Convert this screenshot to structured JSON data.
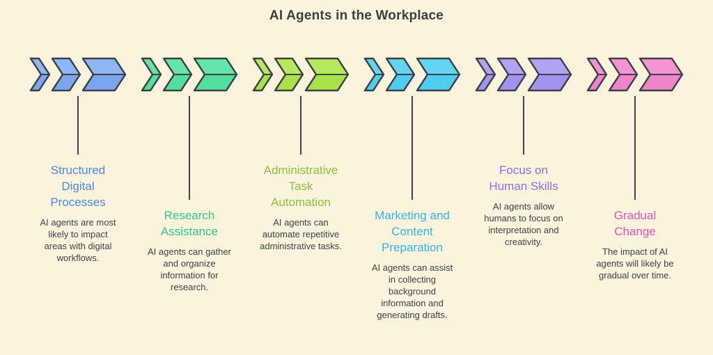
{
  "page": {
    "title": "AI Agents in the Workplace",
    "background_color": "#FCF3DC",
    "heading_color": "#3D3F45",
    "outline_color": "#3F4046",
    "description_color": "#3F4046"
  },
  "items": [
    {
      "title": [
        "Structured",
        "Digital",
        "Processes"
      ],
      "title_color": "#4B86EC",
      "description": [
        "AI agents are most",
        "likely to impact",
        "areas with digital",
        "workflows."
      ],
      "arrow_fill_top": "#8FB6F4",
      "arrow_fill_bottom": "#7CA5F0",
      "outline": "#3F4046",
      "connector_length": "short"
    },
    {
      "title": [
        "Research",
        "Assistance"
      ],
      "title_color": "#2BC98A",
      "description": [
        "AI agents can gather",
        "and organize",
        "information for",
        "research."
      ],
      "arrow_fill_top": "#63E4A9",
      "arrow_fill_bottom": "#52DF9E",
      "outline": "#3F4046",
      "connector_length": "long"
    },
    {
      "title": [
        "Administrative",
        "Task",
        "Automation"
      ],
      "title_color": "#8CBE3F",
      "description": [
        "AI agents can",
        "automate repetitive",
        "administrative tasks."
      ],
      "arrow_fill_top": "#B6E95C",
      "arrow_fill_bottom": "#A8E247",
      "outline": "#3F4046",
      "connector_length": "short"
    },
    {
      "title": [
        "Marketing and",
        "Content",
        "Preparation"
      ],
      "title_color": "#2FB5E9",
      "description": [
        "AI agents can assist",
        "in collecting",
        "background",
        "information and",
        "generating drafts."
      ],
      "arrow_fill_top": "#62D5F3",
      "arrow_fill_bottom": "#4FCDF1",
      "outline": "#3F4046",
      "connector_length": "long"
    },
    {
      "title": [
        "Focus on",
        "Human Skills"
      ],
      "title_color": "#8C6EE9",
      "description": [
        "AI agents allow",
        "humans to focus on",
        "interpretation and",
        "creativity."
      ],
      "arrow_fill_top": "#B2A3F2",
      "arrow_fill_bottom": "#A392EF",
      "outline": "#3F4046",
      "connector_length": "short"
    },
    {
      "title": [
        "Gradual",
        "Change"
      ],
      "title_color": "#E356B2",
      "description": [
        "The impact of AI",
        "agents will likely be",
        "gradual over time."
      ],
      "arrow_fill_top": "#F494D1",
      "arrow_fill_bottom": "#F184C9",
      "outline": "#3F4046",
      "connector_length": "long"
    }
  ]
}
